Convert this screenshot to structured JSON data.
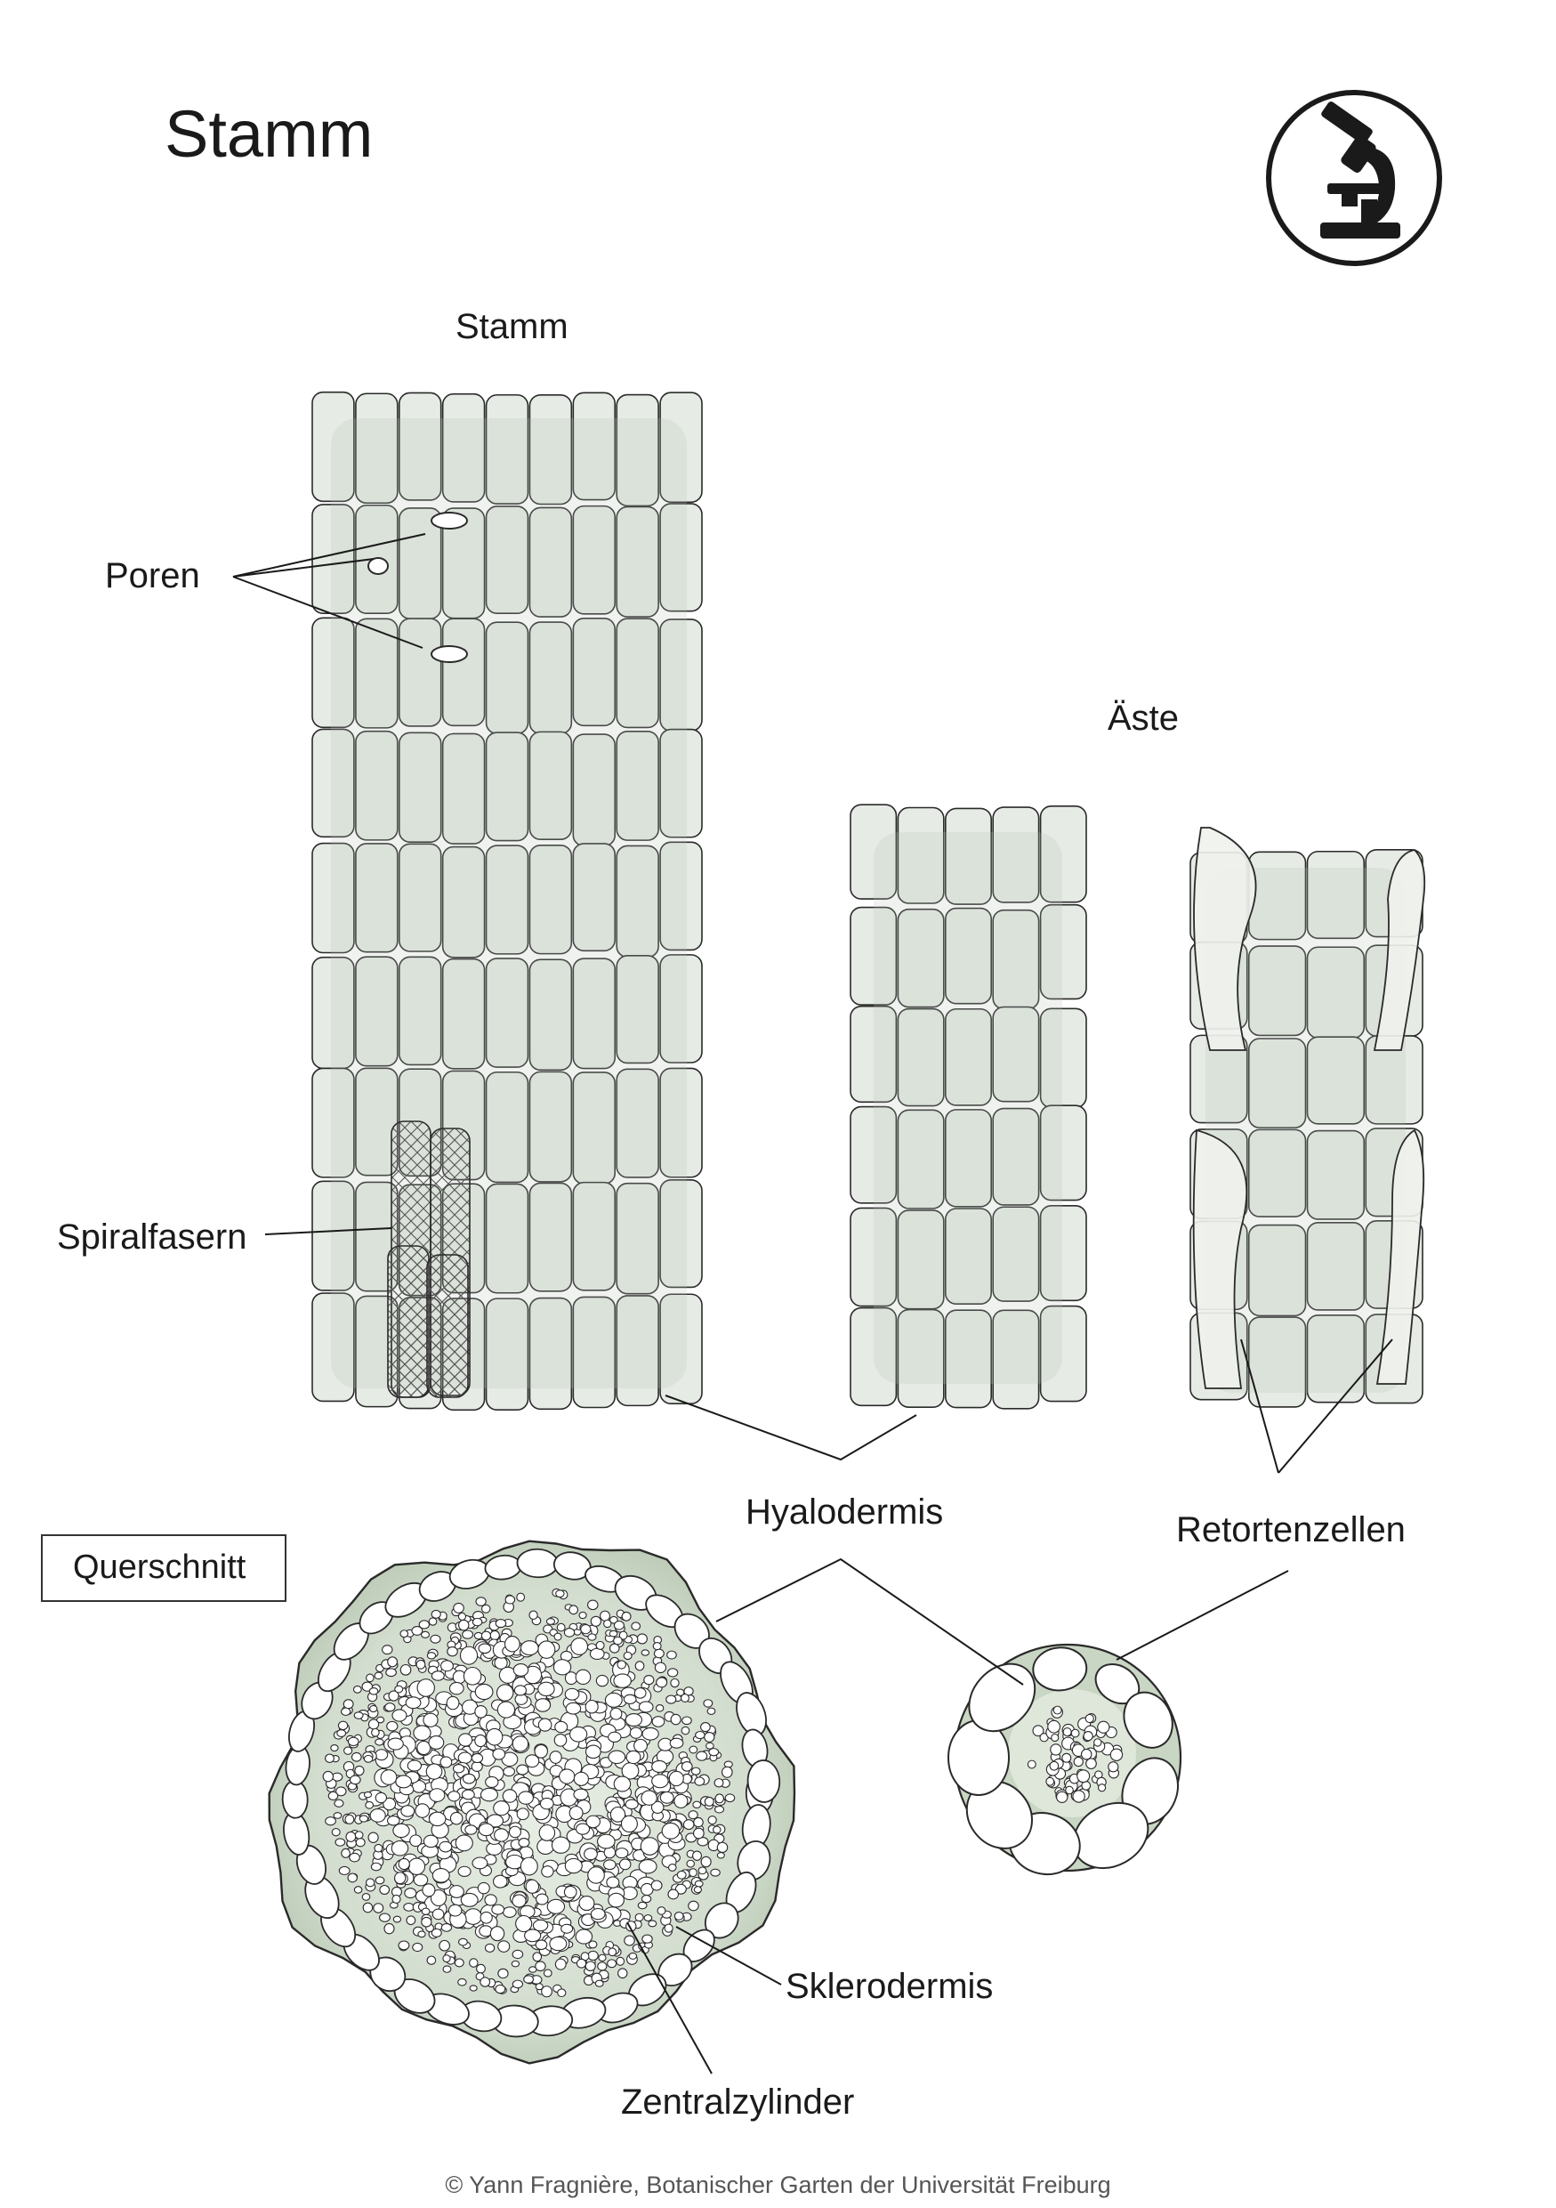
{
  "title": "Stamm",
  "labels": {
    "stamm": "Stamm",
    "aeste": "Äste",
    "poren": "Poren",
    "spiralfasern": "Spiralfasern",
    "hyalodermis": "Hyalodermis",
    "retortenzellen": "Retortenzellen",
    "querschnitt": "Querschnitt",
    "sklerodermis": "Sklerodermis",
    "zentralzylinder": "Zentralzylinder"
  },
  "credit": "© Yann Fragnière, Botanischer Garten der Universität Freiburg",
  "icons": [
    "microscope-icon"
  ],
  "colors": {
    "cell_fill": "#e6ebe5",
    "cell_stroke": "#2a2a2a",
    "section_fill": "#c9d6c3",
    "section_inner": "#dfe7db"
  }
}
